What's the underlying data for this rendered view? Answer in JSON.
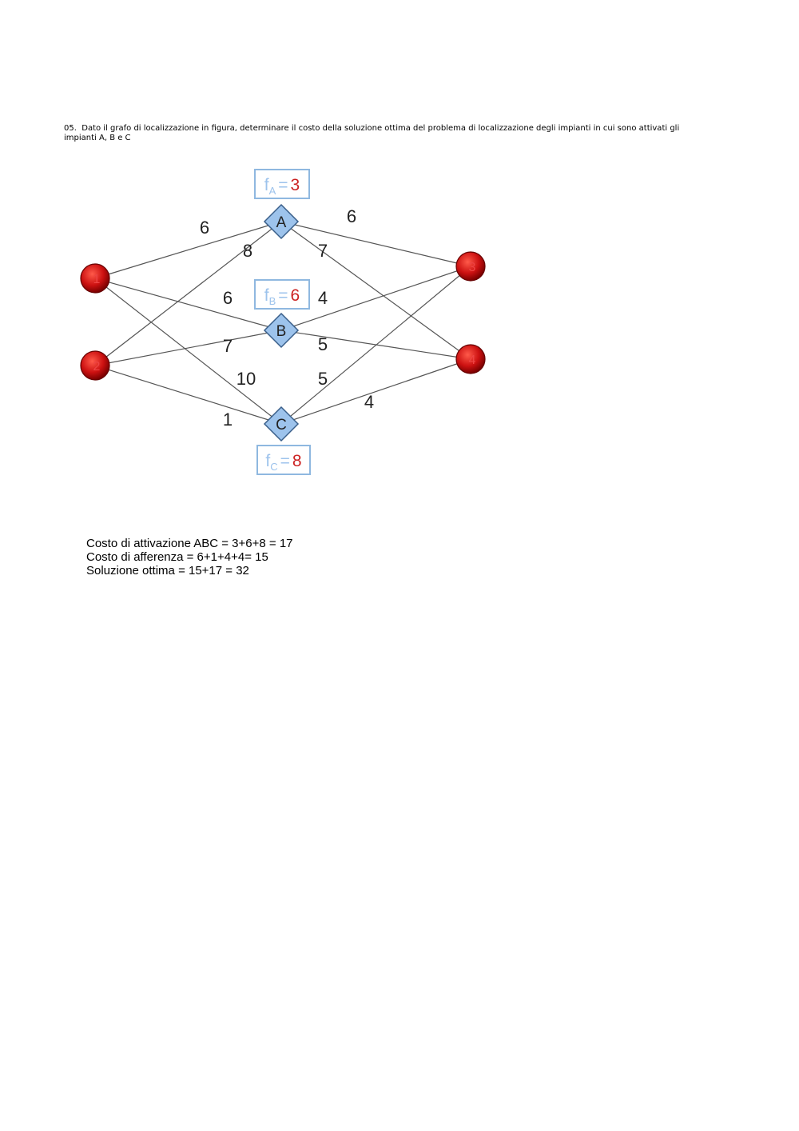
{
  "question": {
    "number": "05.",
    "text": "Dato il grafo di localizzazione in figura, determinare il costo della soluzione ottima del problema di localizzazione degli impianti in cui sono attivati gli impianti A, B e C"
  },
  "graph": {
    "clients": [
      {
        "id": "1",
        "label": "1"
      },
      {
        "id": "2",
        "label": "2"
      },
      {
        "id": "3",
        "label": "3"
      },
      {
        "id": "4",
        "label": "4"
      }
    ],
    "facilities": [
      {
        "id": "A",
        "label": "A",
        "cost_symbol": "f",
        "cost_sub": "A",
        "cost_value": "3"
      },
      {
        "id": "B",
        "label": "B",
        "cost_symbol": "f",
        "cost_sub": "B",
        "cost_value": "6"
      },
      {
        "id": "C",
        "label": "C",
        "cost_symbol": "f",
        "cost_sub": "C",
        "cost_value": "8"
      }
    ],
    "edges": [
      {
        "from": "1",
        "to": "A",
        "weight": "6"
      },
      {
        "from": "2",
        "to": "A",
        "weight": "8"
      },
      {
        "from": "1",
        "to": "B",
        "weight": "6"
      },
      {
        "from": "2",
        "to": "B",
        "weight": "7"
      },
      {
        "from": "1",
        "to": "C",
        "weight": "10"
      },
      {
        "from": "2",
        "to": "C",
        "weight": "1"
      },
      {
        "from": "A",
        "to": "3",
        "weight": "6"
      },
      {
        "from": "A",
        "to": "4",
        "weight": "7"
      },
      {
        "from": "B",
        "to": "3",
        "weight": "4"
      },
      {
        "from": "B",
        "to": "4",
        "weight": "5"
      },
      {
        "from": "C",
        "to": "3",
        "weight": "5"
      },
      {
        "from": "C",
        "to": "4",
        "weight": "4"
      }
    ],
    "colors": {
      "client_fill": "#cc1111",
      "client_label": "#ee4444",
      "facility_fill": "#9dc3ec",
      "facility_stroke": "#3a5f8a",
      "cost_box_stroke": "#8fb8e0",
      "cost_text": "#9dc3ec",
      "cost_value": "#cc2222",
      "edge": "#555555"
    }
  },
  "answer": {
    "line1": "Costo di attivazione ABC = 3+6+8 = 17",
    "line2": "Costo di afferenza = 6+1+4+4= 15",
    "line3": "Soluzione ottima = 15+17 = 32"
  }
}
